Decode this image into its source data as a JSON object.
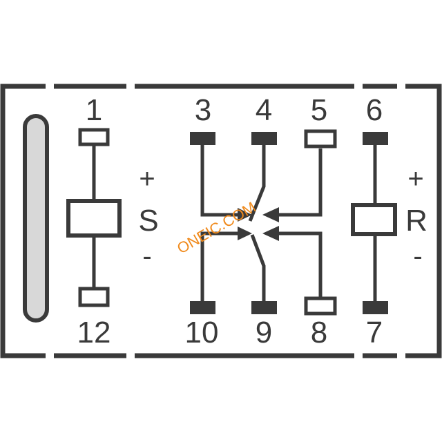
{
  "pins": {
    "p1": "1",
    "p3": "3",
    "p4": "4",
    "p5": "5",
    "p6": "6",
    "p12": "12",
    "p10": "10",
    "p9": "9",
    "p8": "8",
    "p7": "7"
  },
  "coils": {
    "set_label": "S",
    "reset_label": "R",
    "set_plus": "+",
    "set_minus": "-",
    "reset_plus": "+",
    "reset_minus": "-"
  },
  "watermark": "ONEIC.COM",
  "colors": {
    "line": "#3a3a3a",
    "indicator_fill": "#d8d8d8",
    "watermark": "#f08a1c"
  }
}
